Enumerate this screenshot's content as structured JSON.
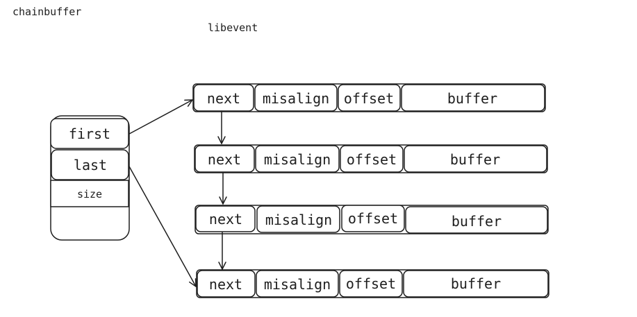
{
  "header": {
    "top_left_label": "chainbuffer",
    "subtitle_label": "libevent"
  },
  "evbuffer": {
    "fields": [
      "first",
      "last",
      "size"
    ]
  },
  "chains": [
    {
      "cells": [
        "next",
        "misalign",
        "offset",
        "buffer"
      ]
    },
    {
      "cells": [
        "next",
        "misalign",
        "offset",
        "buffer"
      ]
    },
    {
      "cells": [
        "next",
        "misalign",
        "offset",
        "buffer"
      ]
    },
    {
      "cells": [
        "next",
        "misalign",
        "offset",
        "buffer"
      ]
    }
  ],
  "colors": {
    "stroke": "#1e1e1e",
    "background": "#ffffff"
  }
}
